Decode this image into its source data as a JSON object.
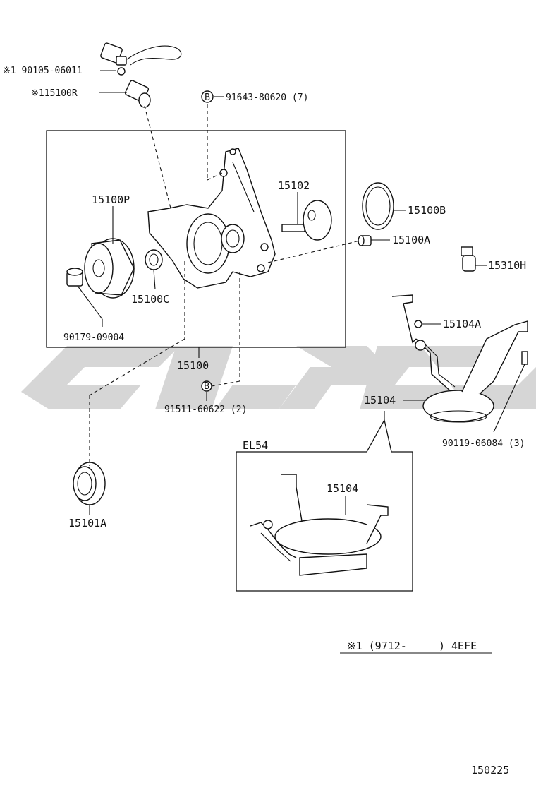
{
  "labels": {
    "note_bolt": "※1 90105-06011",
    "crank_sensor": "※115100R",
    "bolt_b_ref": "91643-80620 (7)",
    "oil_pump_gear": "15100P",
    "rotor_shaft": "15102",
    "o_ring": "15100B",
    "plug": "15100A",
    "relief_valve": "15310H",
    "seal_small": "15100C",
    "bolt_90179": "90179-09004",
    "oil_pump_assy": "15100",
    "bolt_b_ref2": "91511-60622 (2)",
    "gasket_15104A": "15104A",
    "strainer": "15104",
    "bolt_90119": "90119-06084 (3)",
    "oil_seal": "15101A",
    "el54_title": "EL54",
    "el54_strainer": "15104",
    "footnote": "※1 (9712-     ) 4EFE",
    "page_code": "150225",
    "marker_b1": "B",
    "marker_b2": "B"
  },
  "watermark": {
    "color": "#c8c8c8",
    "text": "Car logo watermark"
  }
}
